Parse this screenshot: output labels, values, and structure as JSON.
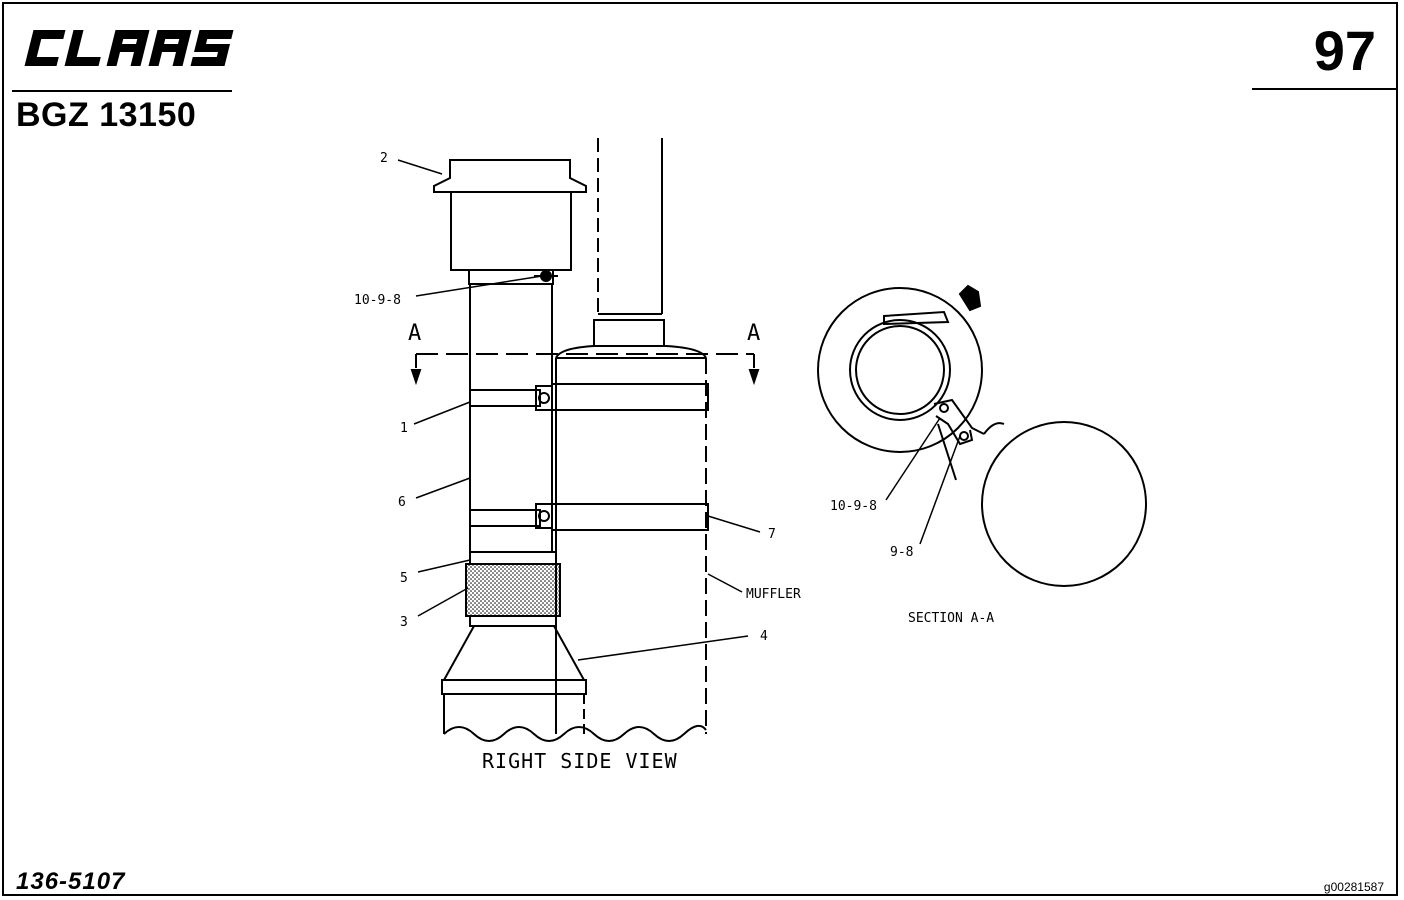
{
  "header": {
    "brand": "CLAAS",
    "doc_code": "BGZ 13150",
    "page_number": "97"
  },
  "footer": {
    "part_number": "136-5107",
    "image_id": "g00281587"
  },
  "diagram": {
    "view_title": "RIGHT SIDE VIEW",
    "section_title": "SECTION A-A",
    "section_marker_left": "A",
    "section_marker_right": "A",
    "muffler_label": "MUFFLER",
    "callouts": {
      "c2": "2",
      "c1098_top": "10-9-8",
      "c1": "1",
      "c6": "6",
      "c5": "5",
      "c3": "3",
      "c4": "4",
      "c7": "7",
      "c1098_section": "10-9-8",
      "c98": "9-8"
    }
  },
  "colors": {
    "ink": "#000000",
    "paper": "#ffffff"
  }
}
